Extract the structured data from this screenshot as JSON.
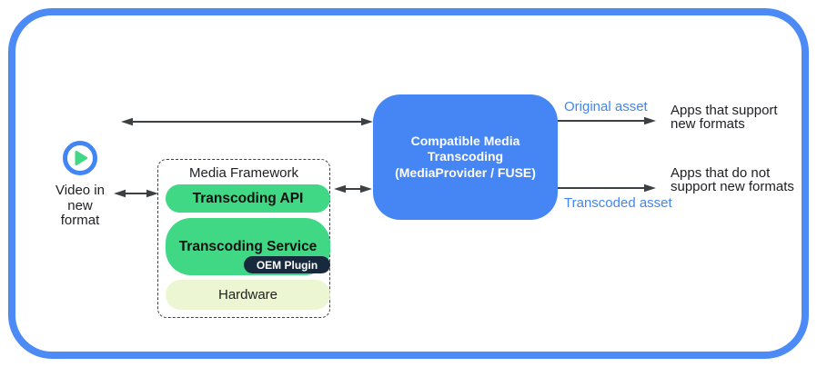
{
  "colors": {
    "frame_border_blue": "#4c8bf5",
    "transcoder_box_blue": "#4685f4",
    "asset_label_blue": "#4285f4",
    "pill_green": "#40d884",
    "oem_plugin_navy": "#17293d",
    "hardware_cream": "#edf6d3",
    "arrow_gray": "#3c4043"
  },
  "source": {
    "icon": "play-icon",
    "label": "Video in\nnew\nformat"
  },
  "media_framework": {
    "title": "Media Framework",
    "layers": [
      {
        "label": "Transcoding API"
      },
      {
        "label": "Transcoding Service",
        "plugin_label": "OEM Plugin"
      },
      {
        "label": "Hardware"
      }
    ]
  },
  "transcoder": {
    "label": "Compatible Media\nTranscoding\n(MediaProvider / FUSE)"
  },
  "outputs": [
    {
      "asset_label": "Original asset",
      "target_label": "Apps that support\nnew formats"
    },
    {
      "asset_label": "Transcoded asset",
      "target_label": "Apps that do not\nsupport new formats"
    }
  ]
}
